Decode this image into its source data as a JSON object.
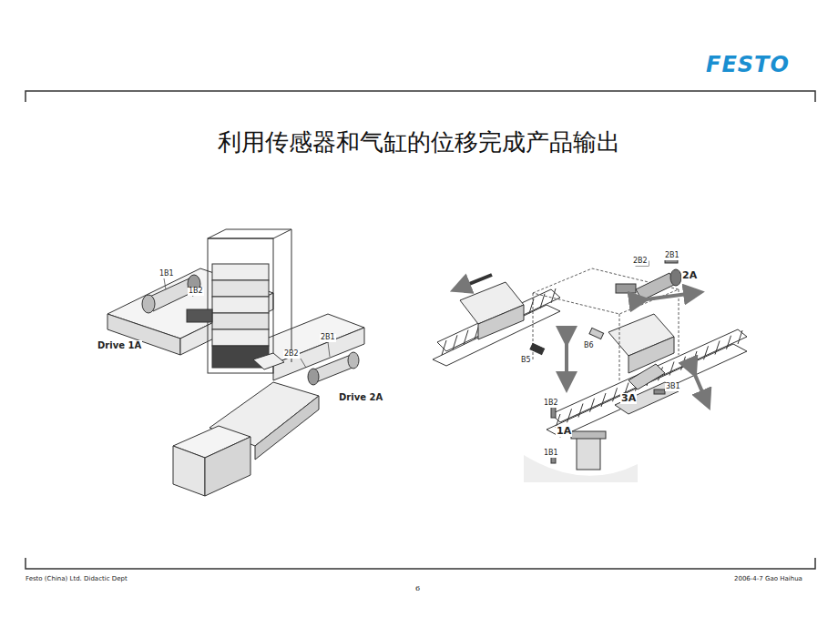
{
  "diagram": {
    "title": "利用传感器和气缸的位移完成产品输出",
    "labels": [
      "FESTO",
      "1B1",
      "1B2",
      "Drive 1A",
      "2B1",
      "2B2",
      "Drive 2A",
      "2B2",
      "2B1",
      "2A",
      "B6",
      "B5",
      "1B2",
      "1A",
      "1B1",
      "3A",
      "3B1",
      "Festo (China) Ltd. Didactic Dept",
      "6",
      "2006-4-7 Gao Haihua"
    ]
  }
}
